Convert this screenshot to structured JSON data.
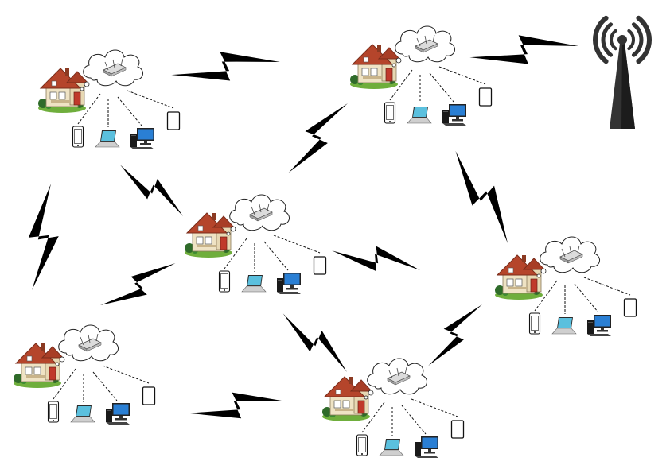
{
  "diagram": {
    "type": "wireless mesh network",
    "nodes": [
      {
        "id": "home-1",
        "kind": "house-with-router",
        "devices": [
          "smartphone-icon",
          "laptop-icon",
          "desktop-computer-icon",
          "tablet-icon"
        ]
      },
      {
        "id": "home-2",
        "kind": "house-with-router",
        "devices": [
          "smartphone-icon",
          "laptop-icon",
          "desktop-computer-icon",
          "tablet-icon"
        ]
      },
      {
        "id": "home-3",
        "kind": "house-with-router",
        "devices": [
          "smartphone-icon",
          "laptop-icon",
          "desktop-computer-icon",
          "tablet-icon"
        ]
      },
      {
        "id": "home-4",
        "kind": "house-with-router",
        "devices": [
          "smartphone-icon",
          "laptop-icon",
          "desktop-computer-icon",
          "tablet-icon"
        ]
      },
      {
        "id": "home-5",
        "kind": "house-with-router",
        "devices": [
          "smartphone-icon",
          "laptop-icon",
          "desktop-computer-icon",
          "tablet-icon"
        ]
      },
      {
        "id": "home-6",
        "kind": "house-with-router",
        "devices": [
          "smartphone-icon",
          "laptop-icon",
          "desktop-computer-icon",
          "tablet-icon"
        ]
      },
      {
        "id": "tower",
        "kind": "cell-tower"
      }
    ],
    "links": [
      [
        "home-1",
        "home-2"
      ],
      [
        "home-2",
        "tower"
      ],
      [
        "home-1",
        "home-3"
      ],
      [
        "home-1",
        "home-5"
      ],
      [
        "home-2",
        "home-3"
      ],
      [
        "home-2",
        "home-4"
      ],
      [
        "home-3",
        "home-4"
      ],
      [
        "home-3",
        "home-5"
      ],
      [
        "home-3",
        "home-6"
      ],
      [
        "home-5",
        "home-6"
      ],
      [
        "home-4",
        "home-6"
      ]
    ],
    "link_style": "lightning-bolt",
    "colors": {
      "roof": "#b5452b",
      "wall": "#efe3c4",
      "door": "#c0392b",
      "bolt": "#000000",
      "tower": "#333333",
      "laptop_screen": "#5bc0de",
      "monitor_screen": "#2a7fd4"
    }
  }
}
